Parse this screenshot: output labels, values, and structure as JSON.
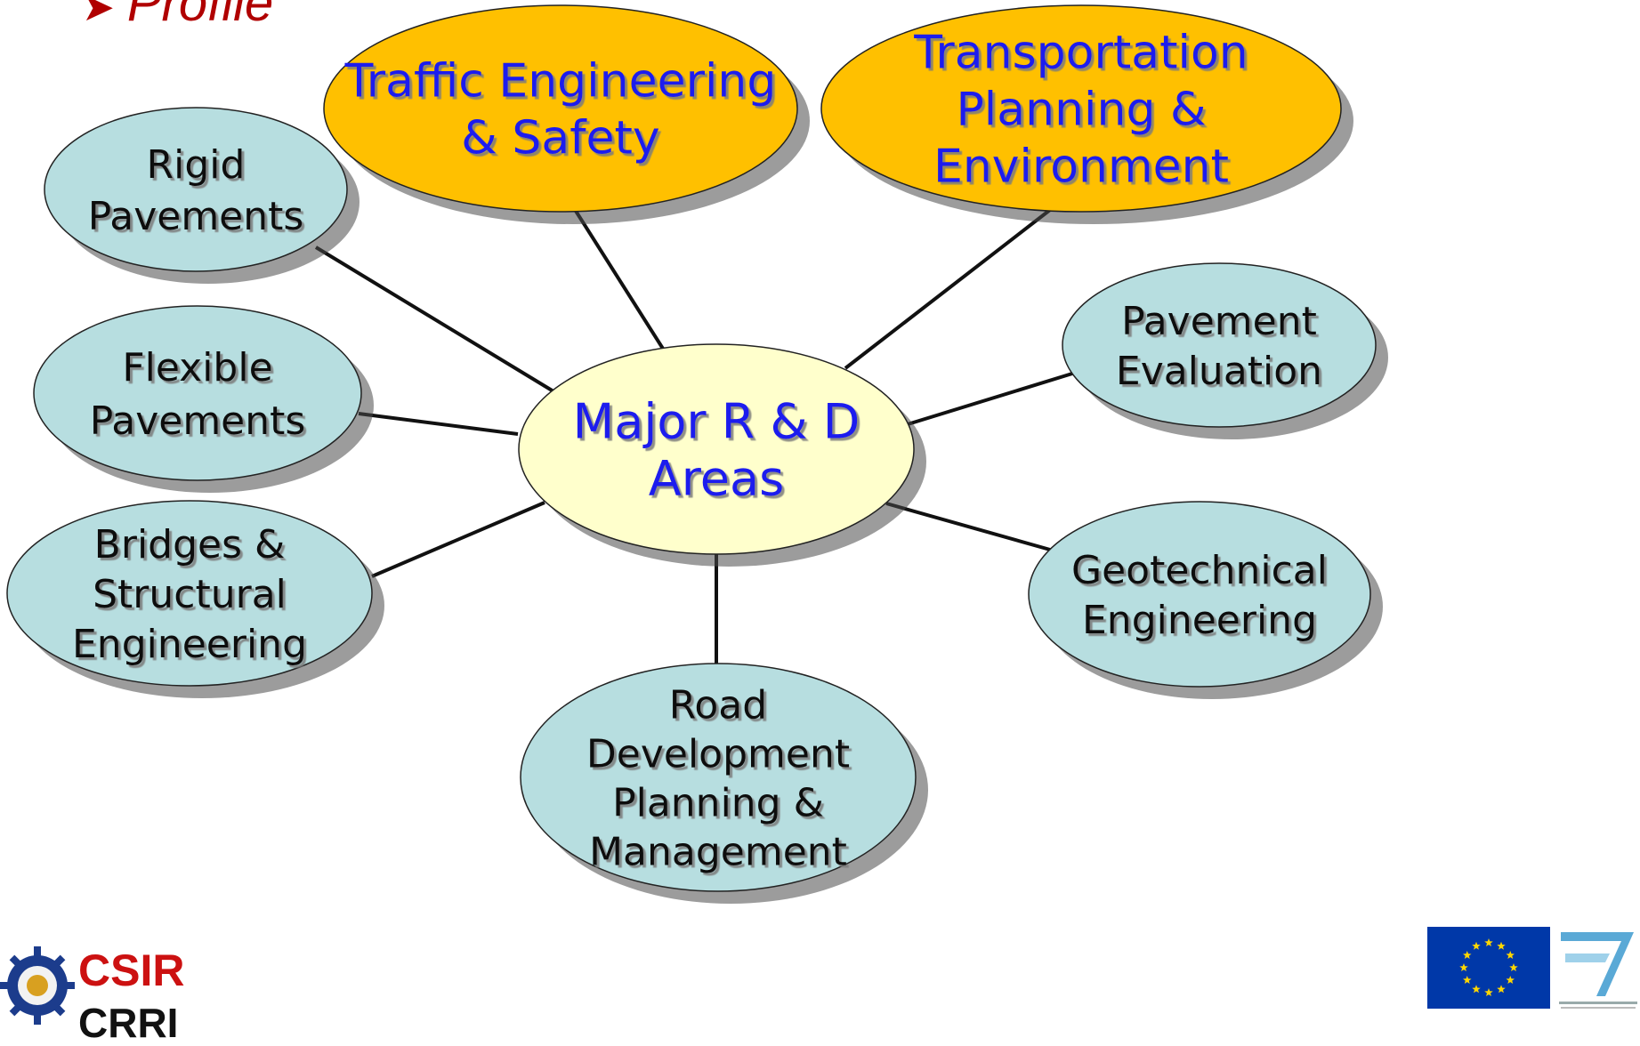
{
  "heading": {
    "bullet": "➤",
    "text": "Profile"
  },
  "center": {
    "lines": [
      "Major R & D",
      "Areas"
    ]
  },
  "nodes": [
    {
      "id": "rigid-pavements",
      "lines": [
        "Rigid",
        "Pavements"
      ]
    },
    {
      "id": "traffic-engineering-safety",
      "lines": [
        "Traffic Engineering",
        "& Safety"
      ]
    },
    {
      "id": "transportation-planning-environment",
      "lines": [
        "Transportation",
        "Planning &",
        "Environment"
      ]
    },
    {
      "id": "pavement-evaluation",
      "lines": [
        "Pavement",
        "Evaluation"
      ]
    },
    {
      "id": "flexible-pavements",
      "lines": [
        "Flexible",
        "Pavements"
      ]
    },
    {
      "id": "bridges-structural-engineering",
      "lines": [
        "Bridges &",
        "Structural",
        "Engineering"
      ]
    },
    {
      "id": "geotechnical-engineering",
      "lines": [
        "Geotechnical",
        "Engineering"
      ]
    },
    {
      "id": "road-development-planning-management",
      "lines": [
        "Road",
        "Development",
        "Planning &",
        "Management"
      ]
    }
  ],
  "logos": {
    "left": {
      "icon": "csir-gear-emblem-icon",
      "lines": [
        "CSIR",
        "CRRI"
      ]
    },
    "right": {
      "icon": "eu-flag-icon",
      "secondary_icon": "fp7-logo-icon"
    }
  },
  "colors": {
    "heading": "#b00000",
    "center_fill": "#ffffcc",
    "highlight_fill": "#ffc000",
    "standard_fill": "#b7dee0",
    "highlight_text": "#1a1aee",
    "standard_text": "#111111",
    "connector": "#111111",
    "eu_blue": "#0038a8",
    "csir_red": "#cc1111"
  }
}
